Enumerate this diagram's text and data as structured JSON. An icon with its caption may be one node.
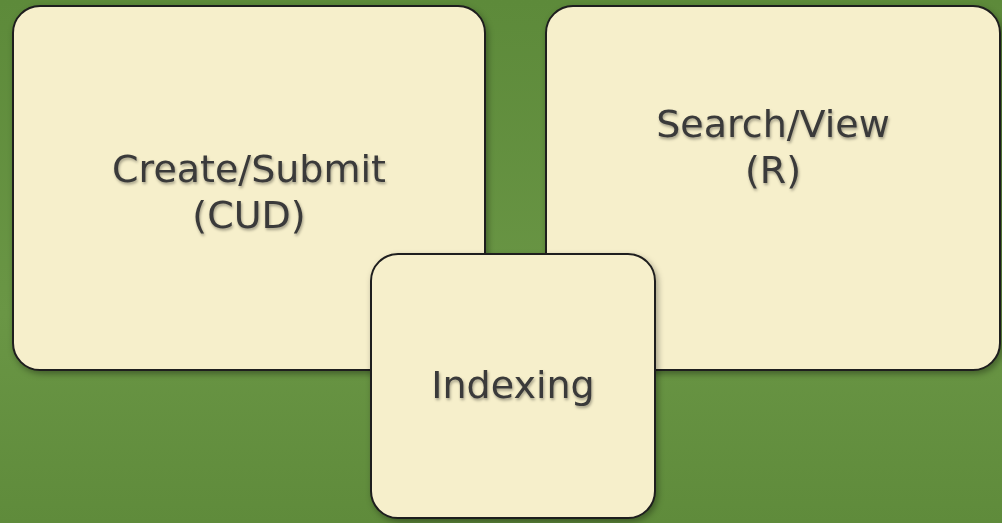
{
  "diagram": {
    "nodes": [
      {
        "text": [
          "Create/Submit (CUD)"
        ]
      },
      {
        "text": [
          "Search/View (R)"
        ]
      },
      {
        "text": [
          "Indexing"
        ]
      }
    ]
  }
}
